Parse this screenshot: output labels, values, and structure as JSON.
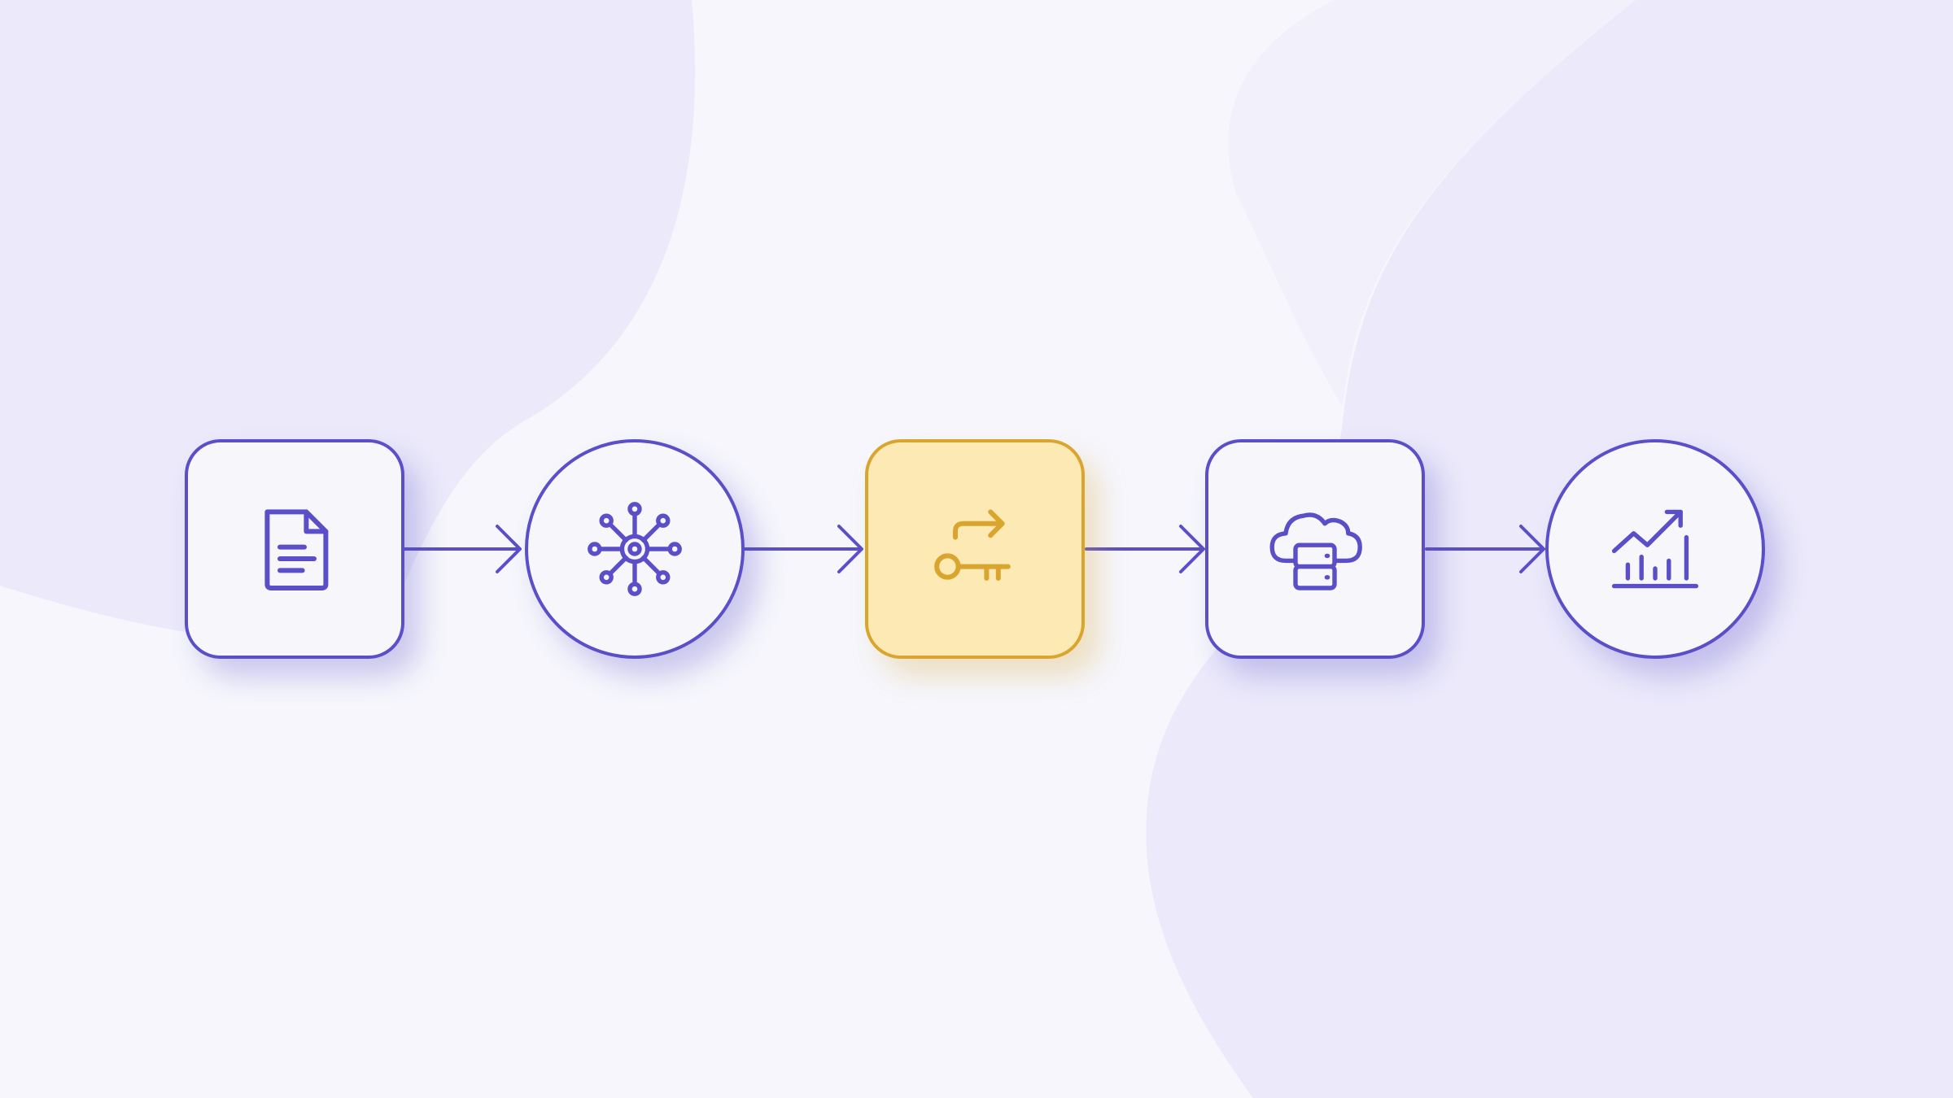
{
  "colors": {
    "background": "#f6f6fc",
    "blob": "#ebe9fa",
    "accent": "#5b4fc9",
    "node_fill": "#f7f7fb",
    "highlight_fill": "#fde9b4",
    "highlight_stroke": "#d9a52e",
    "shadow": "#c7c2f0"
  },
  "nodes": [
    {
      "shape": "square",
      "icon": "document-icon",
      "highlighted": false
    },
    {
      "shape": "circle",
      "icon": "network-hub-icon",
      "highlighted": false
    },
    {
      "shape": "square",
      "icon": "key-forward-icon",
      "highlighted": true
    },
    {
      "shape": "square",
      "icon": "cloud-server-icon",
      "highlighted": false
    },
    {
      "shape": "circle",
      "icon": "chart-growth-icon",
      "highlighted": false
    }
  ]
}
